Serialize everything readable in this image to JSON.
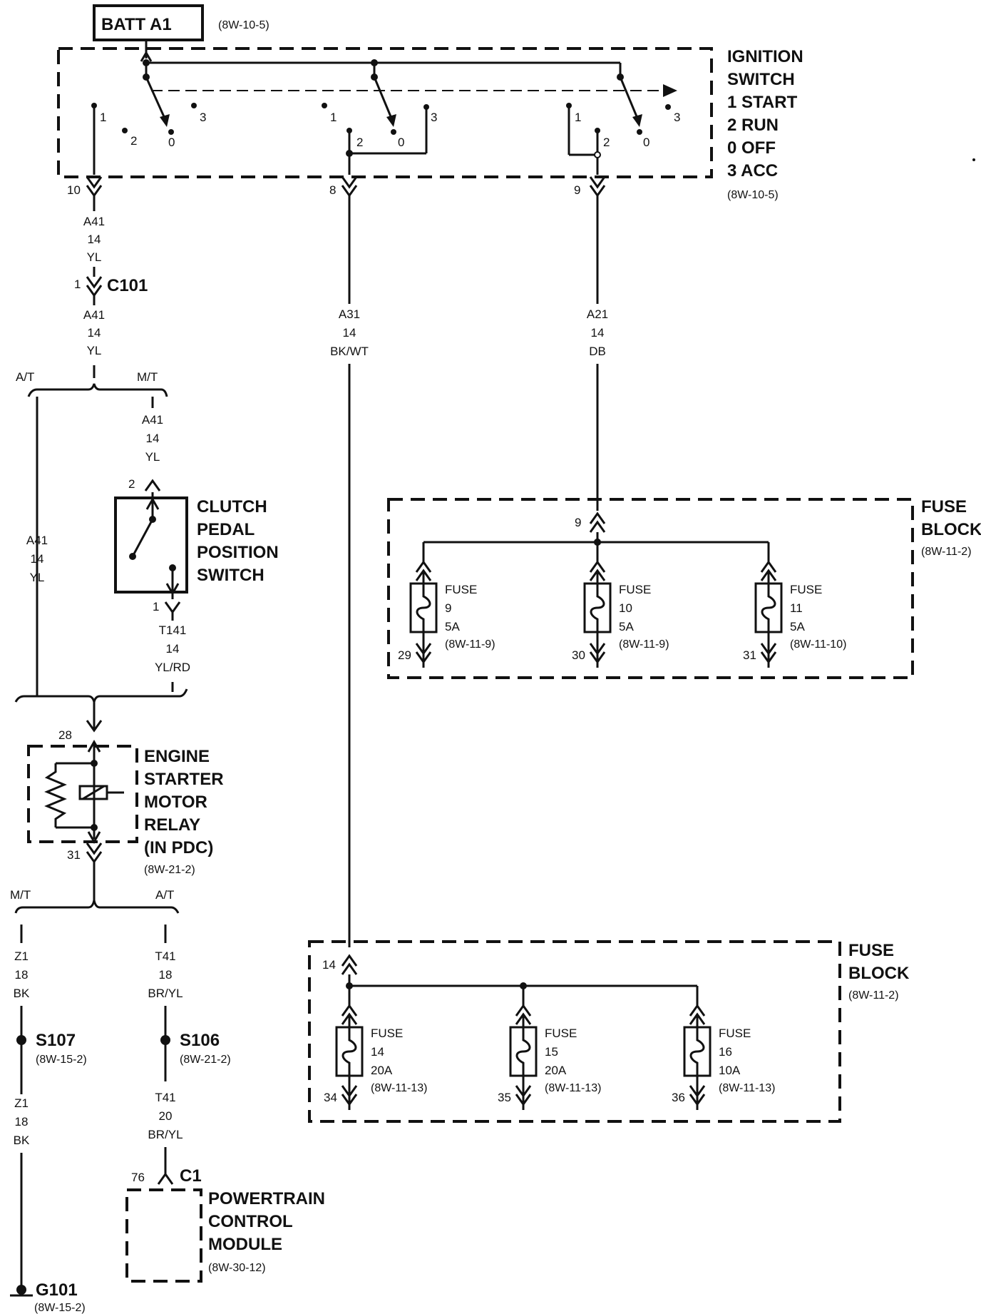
{
  "batt": {
    "label": "BATT A1",
    "ref": "(8W-10-5)"
  },
  "ignition": {
    "title_lines": [
      "IGNITION",
      "SWITCH",
      "1 START",
      "2 RUN",
      "0 OFF",
      "3 ACC"
    ],
    "ref": "(8W-10-5)",
    "positions": [
      "1",
      "2",
      "0",
      "3"
    ],
    "pins": {
      "left": "10",
      "mid": "8",
      "right": "9"
    }
  },
  "wires": {
    "a41_top": [
      "A41",
      "14",
      "YL"
    ],
    "a41_below_c101": [
      "A41",
      "14",
      "YL"
    ],
    "a41_mt": [
      "A41",
      "14",
      "YL"
    ],
    "a41_at": [
      "A41",
      "14",
      "YL"
    ],
    "a31": [
      "A31",
      "14",
      "BK/WT"
    ],
    "a21": [
      "A21",
      "14",
      "DB"
    ],
    "t141": [
      "T141",
      "14",
      "YL/RD"
    ],
    "z1_top": [
      "Z1",
      "18",
      "BK"
    ],
    "z1_bottom": [
      "Z1",
      "18",
      "BK"
    ],
    "t41_top": [
      "T41",
      "18",
      "BR/YL"
    ],
    "t41_bottom": [
      "T41",
      "20",
      "BR/YL"
    ]
  },
  "c101": {
    "label": "C101",
    "pin": "1"
  },
  "branch": {
    "at": "A/T",
    "mt": "M/T"
  },
  "clutch": {
    "title_lines": [
      "CLUTCH",
      "PEDAL",
      "POSITION",
      "SWITCH"
    ],
    "pin_top": "2",
    "pin_bottom": "1"
  },
  "relay": {
    "title_lines": [
      "ENGINE",
      "STARTER",
      "MOTOR",
      "RELAY",
      "(IN PDC)"
    ],
    "ref": "(8W-21-2)",
    "pin_top": "28",
    "pin_bottom": "31"
  },
  "fuse_block_upper": {
    "title_lines": [
      "FUSE",
      "BLOCK"
    ],
    "ref": "(8W-11-2)",
    "input_pin": "9",
    "fuses": [
      {
        "word": "FUSE",
        "num": "9",
        "amps": "5A",
        "ref": "(8W-11-9)",
        "pin": "29"
      },
      {
        "word": "FUSE",
        "num": "10",
        "amps": "5A",
        "ref": "(8W-11-9)",
        "pin": "30"
      },
      {
        "word": "FUSE",
        "num": "11",
        "amps": "5A",
        "ref": "(8W-11-10)",
        "pin": "31"
      }
    ]
  },
  "fuse_block_lower": {
    "title_lines": [
      "FUSE",
      "BLOCK"
    ],
    "ref": "(8W-11-2)",
    "input_pin": "14",
    "fuses": [
      {
        "word": "FUSE",
        "num": "14",
        "amps": "20A",
        "ref": "(8W-11-13)",
        "pin": "34"
      },
      {
        "word": "FUSE",
        "num": "15",
        "amps": "20A",
        "ref": "(8W-11-13)",
        "pin": "35"
      },
      {
        "word": "FUSE",
        "num": "16",
        "amps": "10A",
        "ref": "(8W-11-13)",
        "pin": "36"
      }
    ]
  },
  "splices": [
    {
      "label": "S107",
      "ref": "(8W-15-2)"
    },
    {
      "label": "S106",
      "ref": "(8W-21-2)"
    }
  ],
  "pcm": {
    "title_lines": [
      "POWERTRAIN",
      "CONTROL",
      "MODULE"
    ],
    "ref": "(8W-30-12)",
    "pin": "76",
    "connector": "C1"
  },
  "ground": {
    "label": "G101",
    "ref": "(8W-15-2)"
  }
}
